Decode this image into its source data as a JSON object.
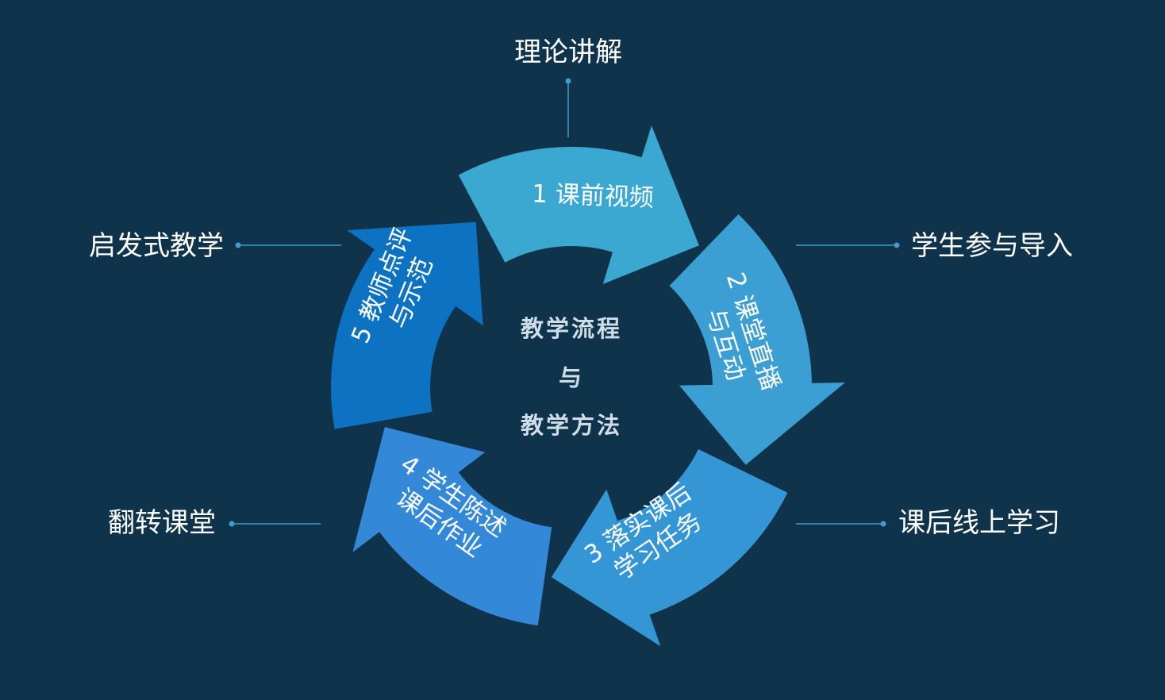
{
  "center": {
    "line1": "教学流程",
    "line2": "与",
    "line3": "教学方法"
  },
  "segments": [
    {
      "lines": [
        "1 课前视频"
      ],
      "color": "#3ba8d2"
    },
    {
      "lines": [
        "2 课堂直播",
        "与互动"
      ],
      "color": "#3b9fd4"
    },
    {
      "lines": [
        "3 落实课后",
        "学习任务"
      ],
      "color": "#3596d6"
    },
    {
      "lines": [
        "4 学生陈述",
        "课后作业"
      ],
      "color": "#3488d8"
    },
    {
      "lines": [
        "5 教师点评",
        "与示范"
      ],
      "color": "#0d72c2"
    }
  ],
  "outer_labels": {
    "top": "理论讲解",
    "upper_right": "学生参与导入",
    "lower_right": "课后线上学习",
    "lower_left": "翻转课堂",
    "upper_left": "启发式教学"
  },
  "colors": {
    "background": "#0f334b",
    "leader_line": "#3f9cd0"
  }
}
